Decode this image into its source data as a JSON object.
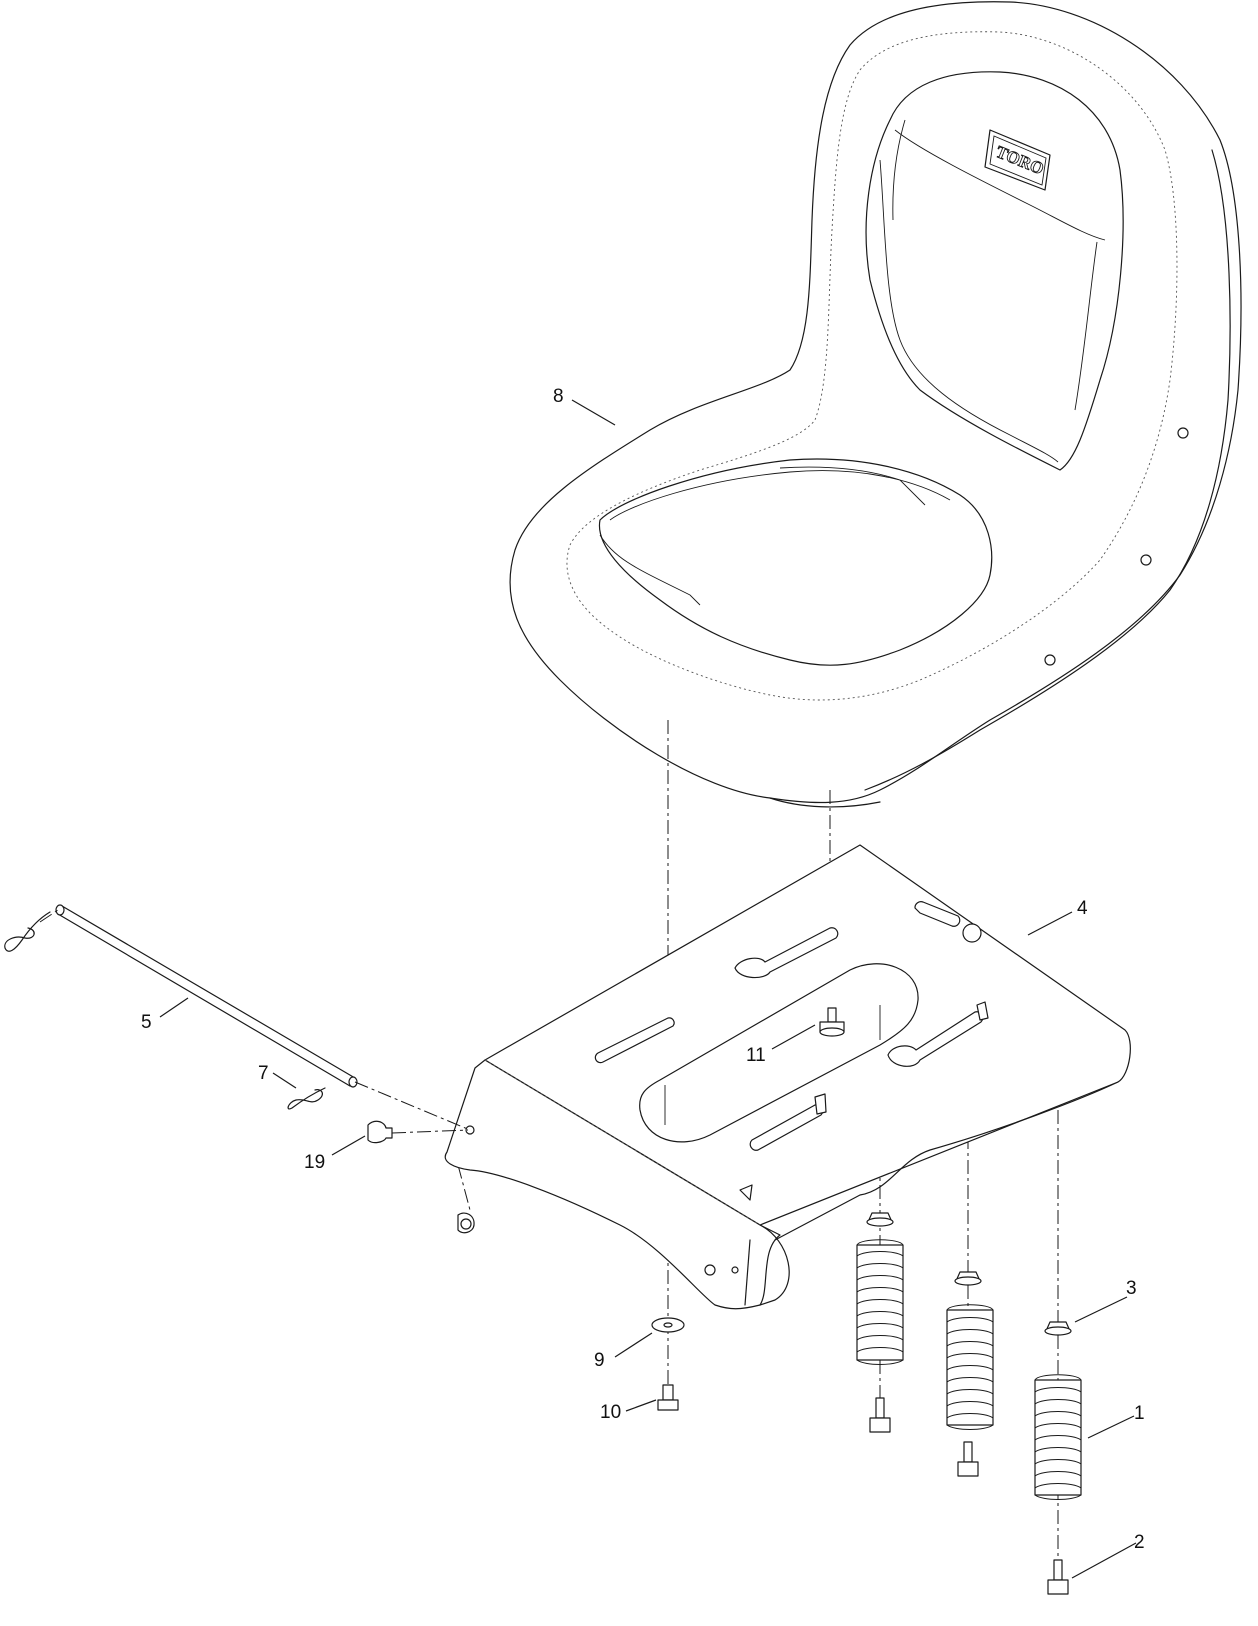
{
  "diagram": {
    "brand_logo": "TORO",
    "callouts": [
      {
        "id": "callout-8",
        "label": "8"
      },
      {
        "id": "callout-4",
        "label": "4"
      },
      {
        "id": "callout-5",
        "label": "5"
      },
      {
        "id": "callout-7",
        "label": "7"
      },
      {
        "id": "callout-11",
        "label": "11"
      },
      {
        "id": "callout-19",
        "label": "19"
      },
      {
        "id": "callout-3",
        "label": "3"
      },
      {
        "id": "callout-9",
        "label": "9"
      },
      {
        "id": "callout-10",
        "label": "10"
      },
      {
        "id": "callout-1",
        "label": "1"
      },
      {
        "id": "callout-2",
        "label": "2"
      }
    ]
  }
}
